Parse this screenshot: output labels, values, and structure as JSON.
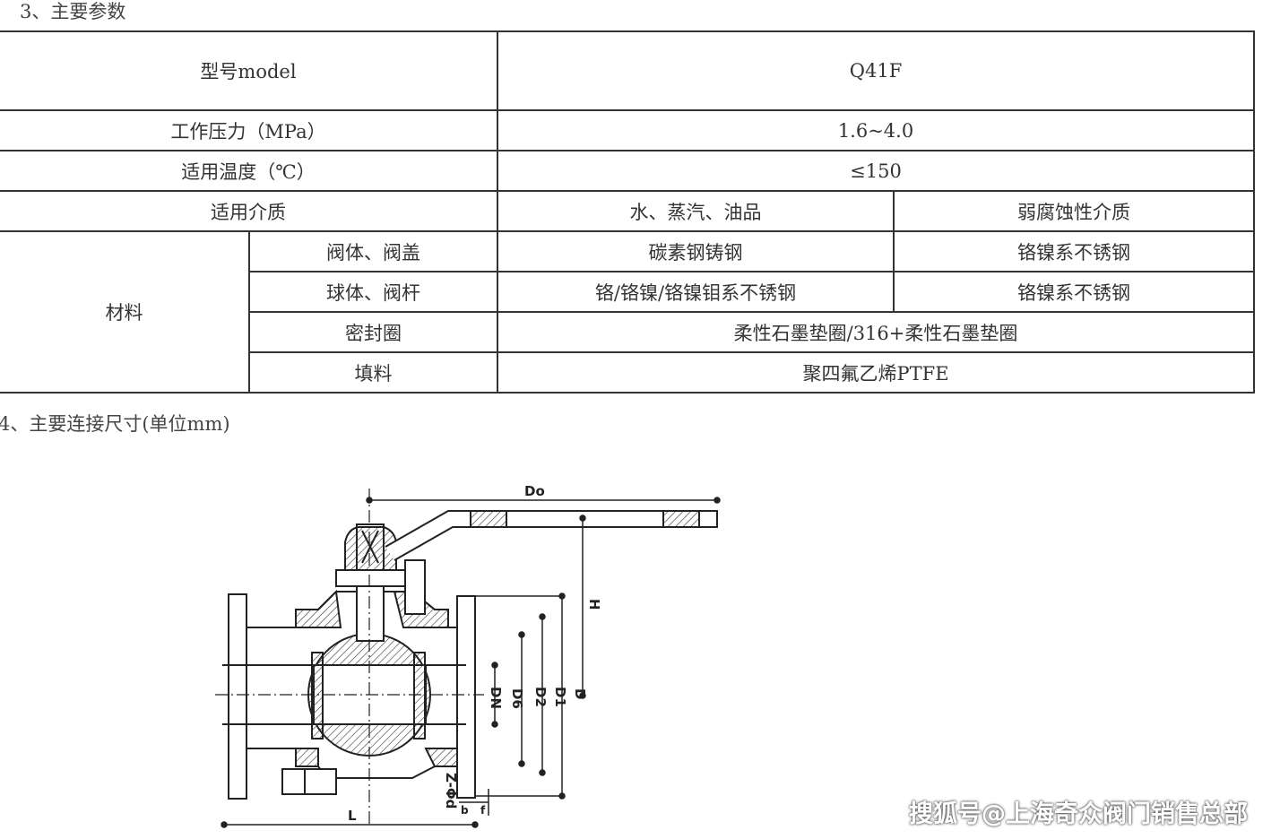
{
  "section3": {
    "heading": "3、主要参数"
  },
  "table": {
    "model_label": "型号model",
    "model_value": "Q41F",
    "pressure_label": "工作压力（MPa）",
    "pressure_value": "1.6~4.0",
    "temperature_label": "适用温度（℃）",
    "temperature_value": "≤150",
    "medium_label": "适用介质",
    "medium_a": "水、蒸汽、油品",
    "medium_b": "弱腐蚀性介质",
    "material_label": "材料",
    "body_label": "阀体、阀盖",
    "body_a": "碳素钢铸钢",
    "body_b": "铬镍系不锈钢",
    "ball_label": "球体、阀杆",
    "ball_a": "铬/铬镍/铬镍钼系不锈钢",
    "ball_b": "铬镍系不锈钢",
    "seal_label": "密封圈",
    "seal_value": "柔性石墨垫圈/316+柔性石墨垫圈",
    "packing_label": "填料",
    "packing_value": "聚四氟乙烯PTFE"
  },
  "section4": {
    "heading": "4、主要连接尺寸(单位mm)"
  },
  "diagram": {
    "labels": {
      "Do": "Do",
      "H": "H",
      "DN": "DN",
      "D6": "D6",
      "D2": "D2",
      "D1": "D1",
      "D": "D",
      "L": "L",
      "Z": "Z-Φd",
      "b": "b",
      "f": "f"
    }
  },
  "watermark": "搜狐号@上海奇众阀门销售总部"
}
